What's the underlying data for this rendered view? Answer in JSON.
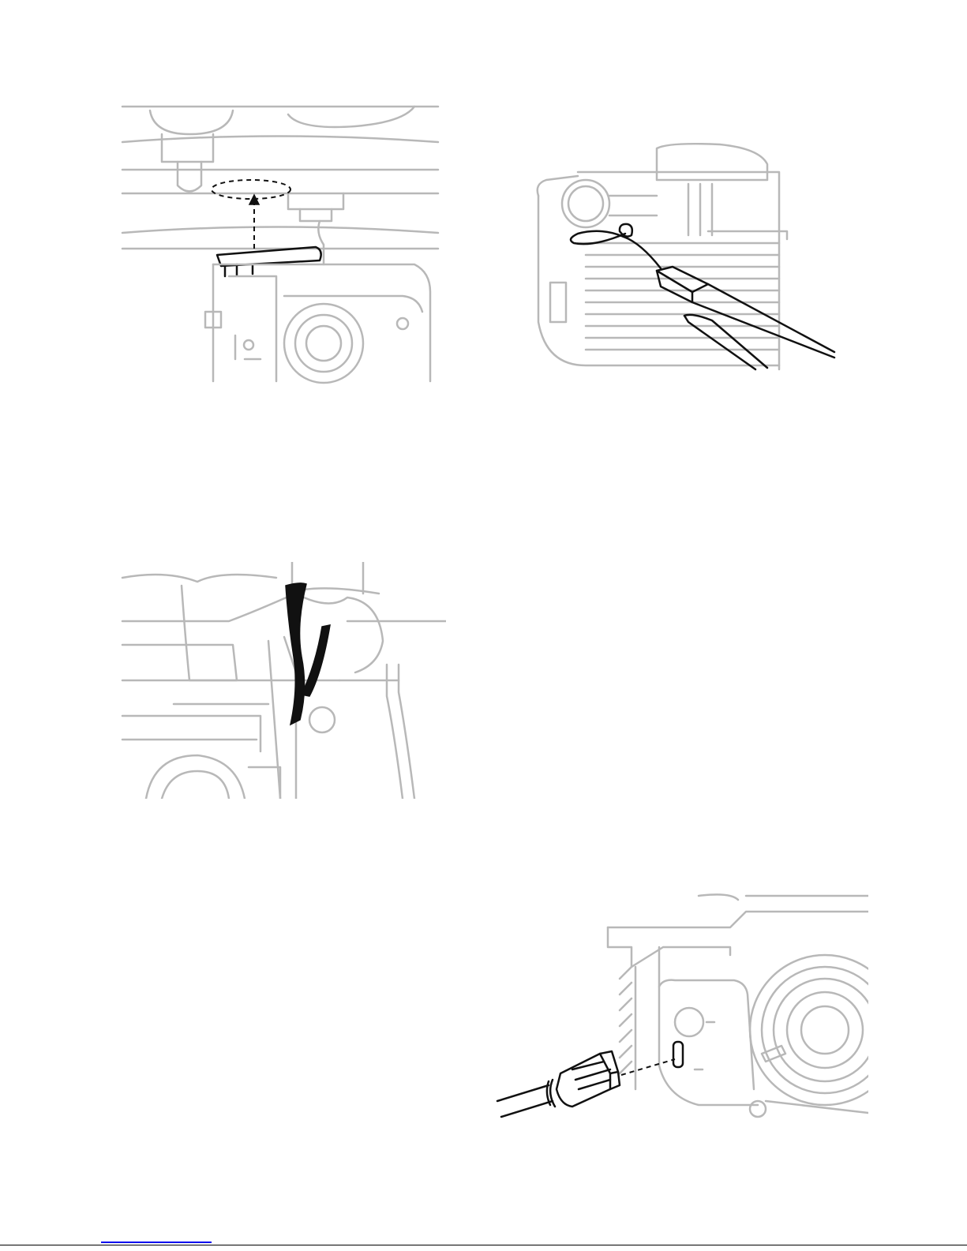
{
  "figures": [
    {
      "id": "fig1",
      "icon": "gimbal-attach-illustration"
    },
    {
      "id": "fig2",
      "icon": "lens-cap-lanyard-illustration"
    },
    {
      "id": "fig3",
      "icon": "strap-secure-illustration"
    },
    {
      "id": "fig4",
      "icon": "usb-connect-illustration"
    }
  ],
  "colors": {
    "outline_gray": "#b8b8b8",
    "ink": "#111111",
    "link": "#0000ee"
  }
}
